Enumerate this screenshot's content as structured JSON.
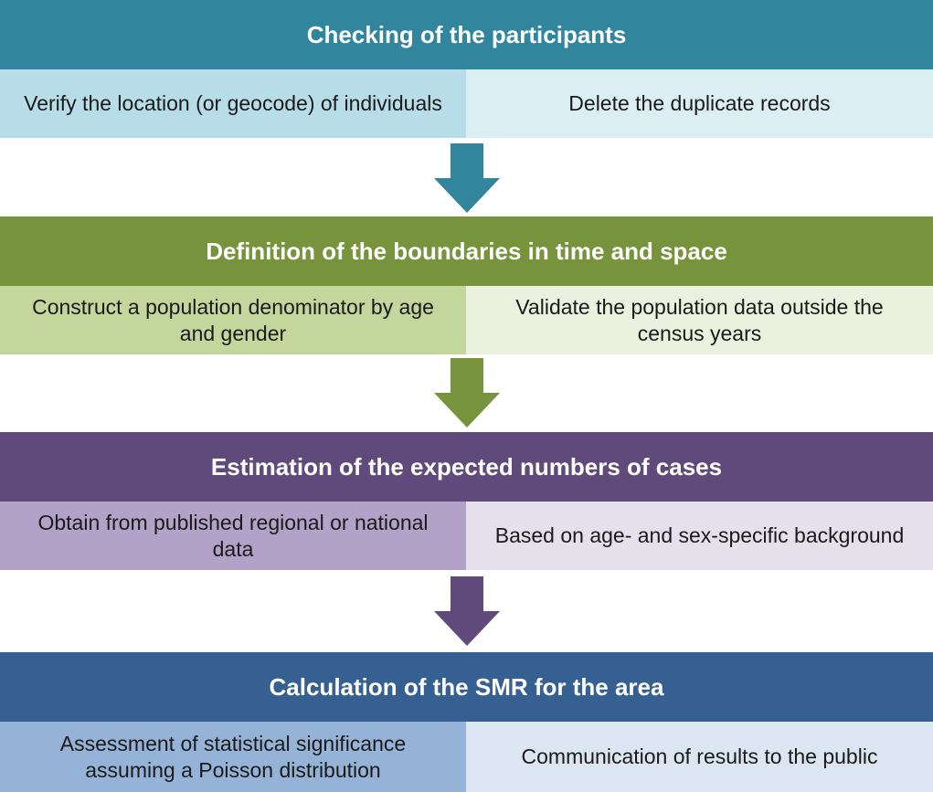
{
  "stages": [
    {
      "title": "Checking of the participants",
      "left": "Verify the location (or geocode) of individuals",
      "right": "Delete the duplicate records",
      "colors": {
        "header": "#31859C",
        "left": "#B7DEE8",
        "right": "#DBEEF4",
        "arrow": "#31859C"
      }
    },
    {
      "title": "Definition of the boundaries in time and space",
      "left": "Construct a population denominator by age and gender",
      "right": "Validate the population data outside the census years",
      "colors": {
        "header": "#77933C",
        "left": "#C3D69B",
        "right": "#EBF1DE",
        "arrow": "#77933C"
      }
    },
    {
      "title": "Estimation of the expected numbers of cases",
      "left": "Obtain from published regional or national data",
      "right": "Based on age- and sex-specific background",
      "colors": {
        "header": "#604A7B",
        "left": "#B3A2C7",
        "right": "#E6E0EC",
        "arrow": "#604A7B"
      }
    },
    {
      "title": "Calculation of the SMR for the area",
      "left": "Assessment of statistical significance assuming a Poisson distribution",
      "right": "Communication of results to the public",
      "colors": {
        "header": "#376092",
        "left": "#95B3D7",
        "right": "#DCE6F2"
      }
    }
  ]
}
